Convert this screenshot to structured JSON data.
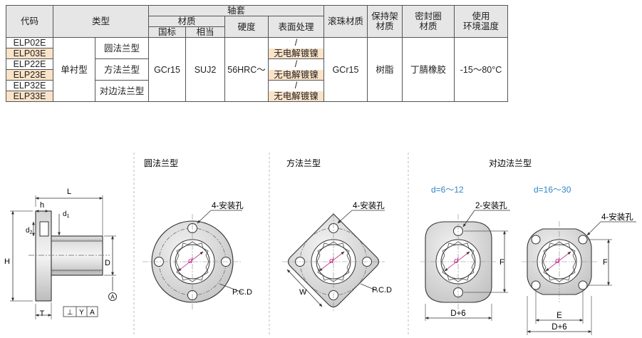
{
  "table": {
    "headers": {
      "code": "代码",
      "type": "类型",
      "shaft_sleeve": "轴套",
      "material": "材质",
      "national_std": "国标",
      "equivalent": "相当",
      "hardness": "硬度",
      "surface_treatment": "表面处理",
      "ball_material": "滚珠材质",
      "retainer_material_1": "保持架",
      "retainer_material_2": "材质",
      "seal_material_1": "密封圈",
      "seal_material_2": "材质",
      "temp_1": "使用",
      "temp_2": "环境温度"
    },
    "codes": [
      "ELP02E",
      "ELP03E",
      "ELP22E",
      "ELP23E",
      "ELP32E",
      "ELP33E"
    ],
    "group_type": "单衬型",
    "flange_types": [
      "圆法兰型",
      "方法兰型",
      "对边法兰型"
    ],
    "material_gb": "GCr15",
    "material_equiv": "SUJ2",
    "hardness": "56HRC～",
    "surface_none": "/",
    "surface_option": "无电解镀镍",
    "ball_material": "GCr15",
    "retainer_material": "树脂",
    "seal_material": "丁腈橡胶",
    "temperature": "-15～80°C"
  },
  "drawings": {
    "round": {
      "title": "圆法兰型",
      "holes": "4-安装孔",
      "pcd": "P.C.D",
      "bore": "d"
    },
    "square": {
      "title": "方法兰型",
      "holes": "4-安装孔",
      "pcd": "P.C.D",
      "bore": "d",
      "width": "W"
    },
    "side": {
      "dim_L": "L",
      "dim_h": "h",
      "dim_d1": "d",
      "dim_d1_sub": "1",
      "dim_d2": "d",
      "dim_d2_sub": "2",
      "dim_H": "H",
      "dim_D": "D",
      "datum": "A",
      "dim_T": "T",
      "tol_symbol": "⊥",
      "tol_Y": "Y",
      "tol_A": "A"
    },
    "opposed": {
      "title": "对边法兰型",
      "range_small": "d=6～12",
      "range_large": "d=16～30",
      "holes_small": "2-安装孔",
      "holes_large": "4-安装孔",
      "dim_F": "F",
      "dim_D6": "D+6",
      "dim_E": "E",
      "bore": "d"
    }
  },
  "colors": {
    "range_label": "#2f86c6",
    "bore_label": "#c42a8c",
    "highlight": "#fbe3c8",
    "header_bg": "#e6e6e6"
  }
}
